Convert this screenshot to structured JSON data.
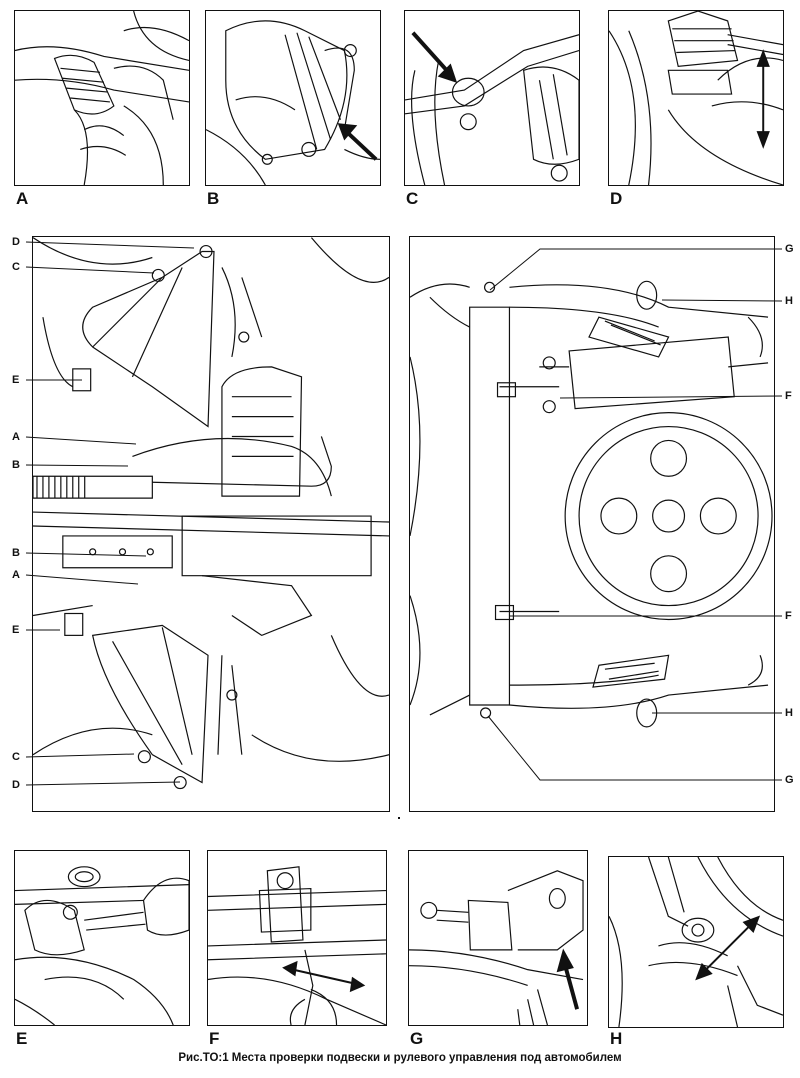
{
  "caption": "Рис.ТО:1 Места проверки подвески и рулевого управления под автомобилем",
  "top_panels": [
    "A",
    "B",
    "C",
    "D"
  ],
  "bottom_panels": [
    "E",
    "F",
    "G",
    "H"
  ],
  "left_callouts": [
    "D",
    "C",
    "E",
    "A",
    "B",
    "B",
    "A",
    "E",
    "C",
    "D"
  ],
  "right_callouts": [
    "G",
    "H",
    "F",
    "F",
    "H",
    "G"
  ]
}
